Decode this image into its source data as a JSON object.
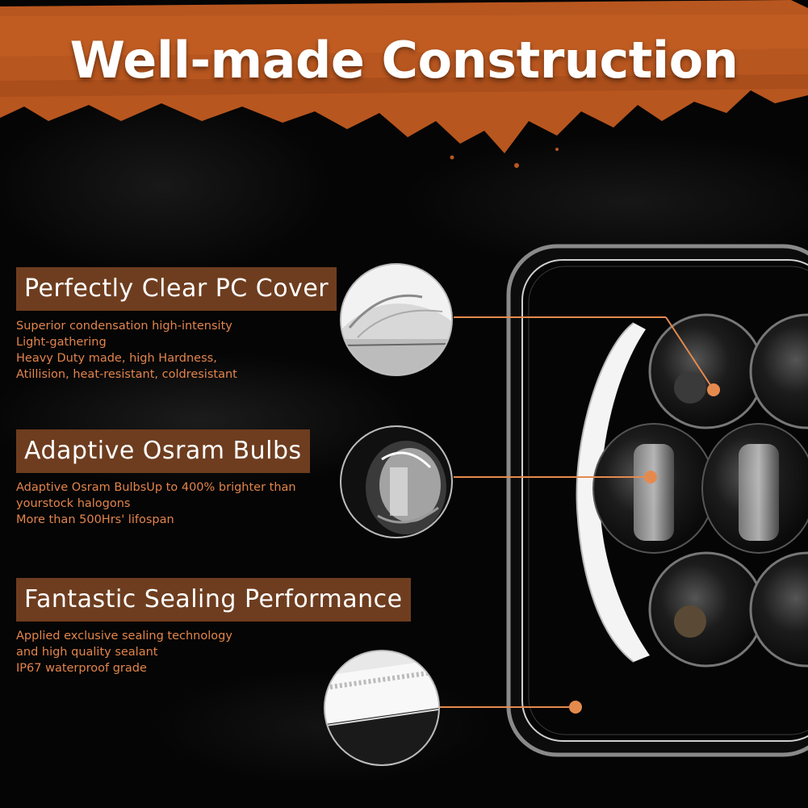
{
  "title": "Well-made Construction",
  "features": [
    {
      "heading": "Perfectly Clear PC Cover",
      "lines": [
        "Superior condensation high-intensity",
        "Light-gathering",
        "Heavy Duty made, high Hardness,",
        "Atillision, heat-resistant, coldresistant"
      ]
    },
    {
      "heading": "Adaptive Osram Bulbs",
      "lines": [
        "Adaptive Osram BulbsUp to 400% brighter than",
        "yourstock halogons",
        "More than 500Hrs' lifospan"
      ]
    },
    {
      "heading": "Fantastic Sealing Performance",
      "lines": [
        "Applied exclusive sealing technology",
        "and high quality sealant",
        "IP67 waterproof grade"
      ]
    }
  ],
  "colors": {
    "accent": "#e58a4e",
    "banner": "#b8561f",
    "heading_bg": "#6e3d1f"
  }
}
